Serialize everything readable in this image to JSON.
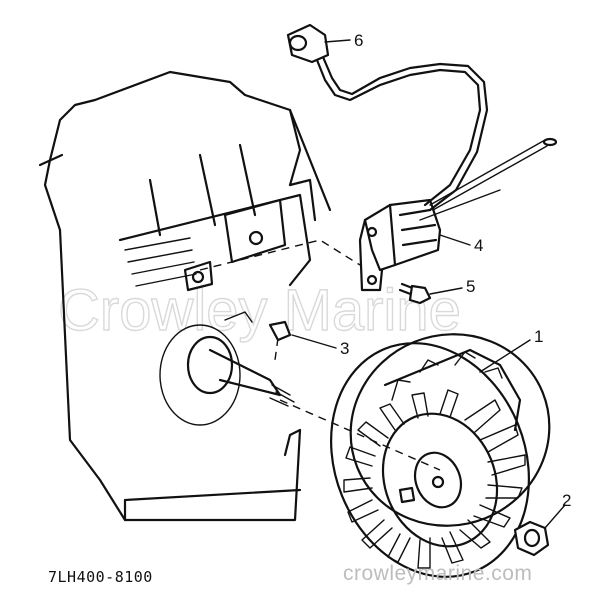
{
  "diagram": {
    "part_code": "7LH400-8100",
    "watermark": "Crowley Marine",
    "site": "crowleymarine.com",
    "callouts": [
      {
        "id": "1",
        "label": "1"
      },
      {
        "id": "2",
        "label": "2"
      },
      {
        "id": "3",
        "label": "3"
      },
      {
        "id": "4",
        "label": "4"
      },
      {
        "id": "5",
        "label": "5"
      },
      {
        "id": "6",
        "label": "6"
      }
    ]
  }
}
